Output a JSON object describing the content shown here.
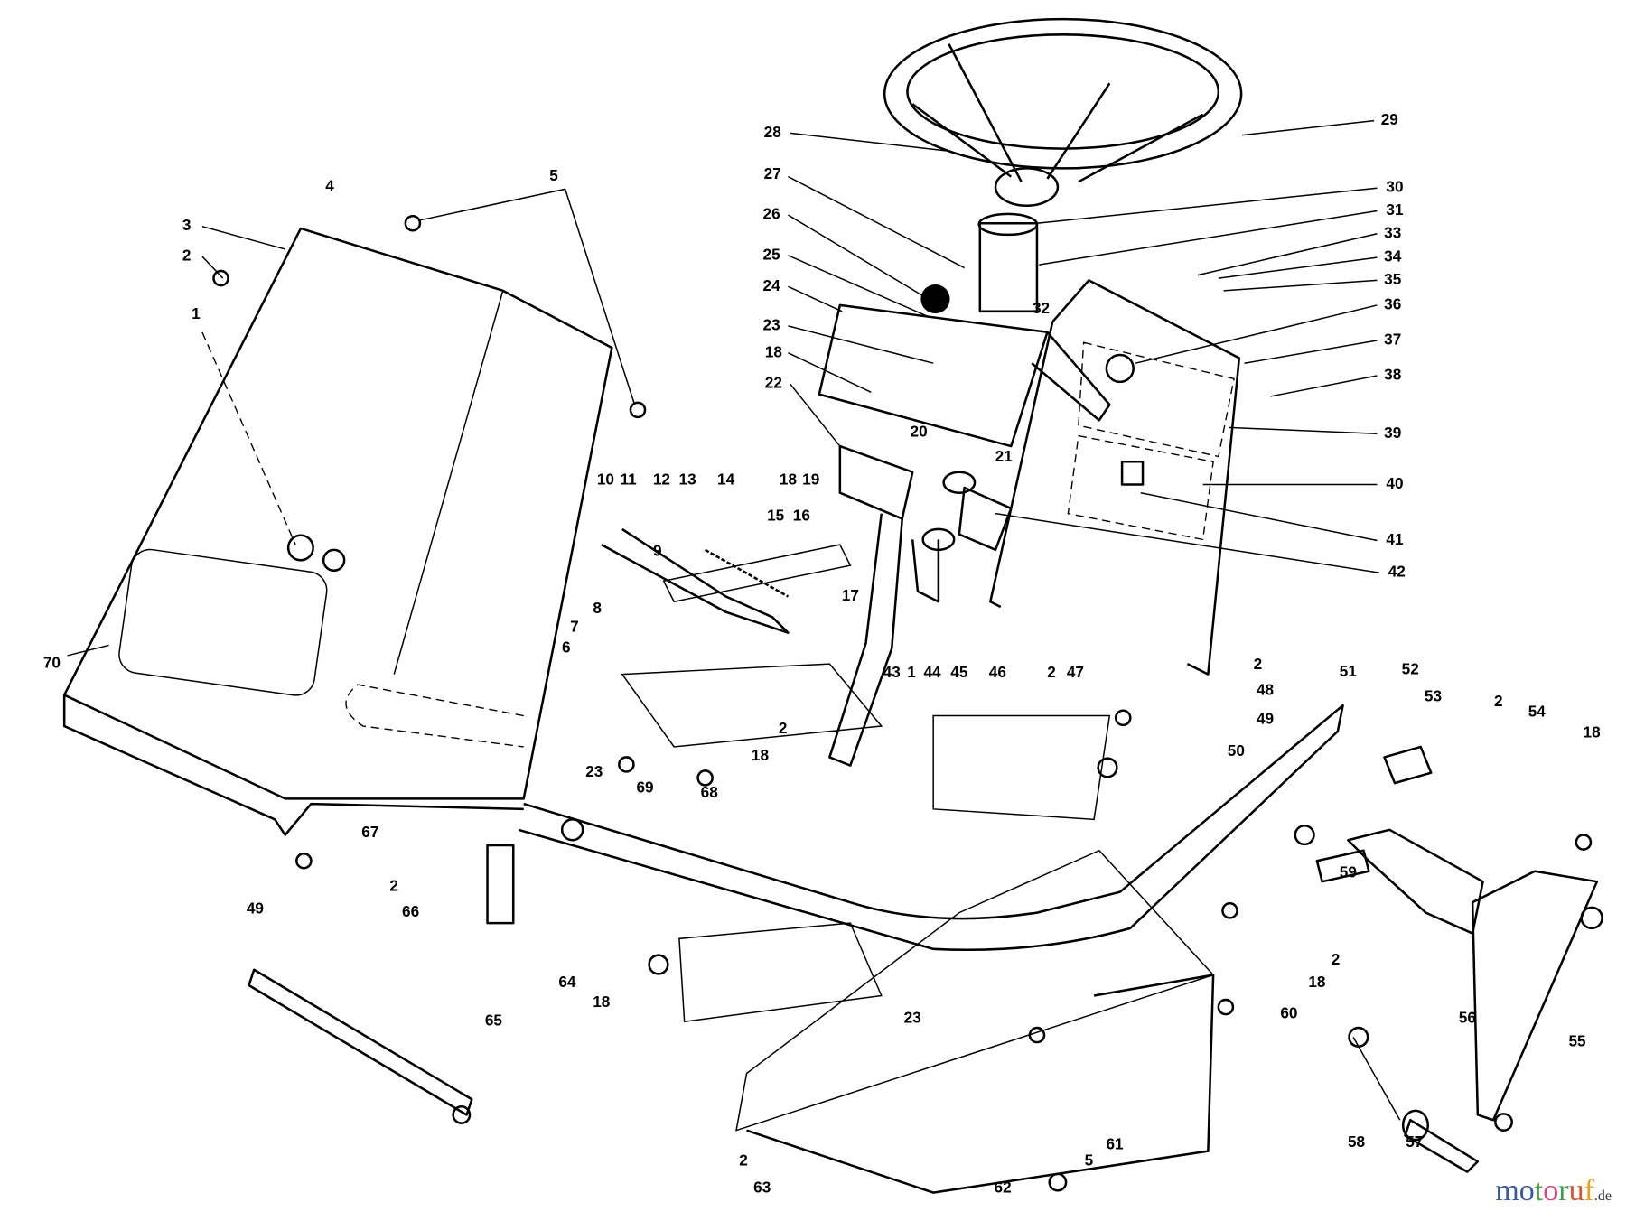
{
  "diagram": {
    "callouts": [
      "28",
      "29",
      "27",
      "30",
      "31",
      "33",
      "26",
      "34",
      "35",
      "25",
      "36",
      "24",
      "23",
      "37",
      "32",
      "18",
      "38",
      "22",
      "39",
      "20",
      "21",
      "14",
      "13",
      "12",
      "10",
      "11",
      "9",
      "18",
      "19",
      "40",
      "41",
      "42",
      "15",
      "16",
      "17",
      "8",
      "7",
      "6",
      "43",
      "1",
      "44",
      "45",
      "46",
      "2",
      "47",
      "70",
      "5",
      "4",
      "3",
      "2",
      "1",
      "2",
      "48",
      "49",
      "50",
      "51",
      "52",
      "53",
      "2",
      "54",
      "18",
      "2",
      "18",
      "23",
      "69",
      "68",
      "67",
      "2",
      "49",
      "66",
      "59",
      "2",
      "18",
      "64",
      "18",
      "60",
      "23",
      "65",
      "56",
      "55",
      "61",
      "58",
      "57",
      "2",
      "5",
      "63",
      "62"
    ]
  },
  "watermark": {
    "letters": [
      "m",
      "o",
      "t",
      "o",
      "r",
      "u",
      "f"
    ],
    "suffix": ".de",
    "colors": [
      "#3a5aa8",
      "#3a5aa8",
      "#4aa043",
      "#d8457f",
      "#3aa04a",
      "#e0502a",
      "#e8a21a"
    ]
  }
}
